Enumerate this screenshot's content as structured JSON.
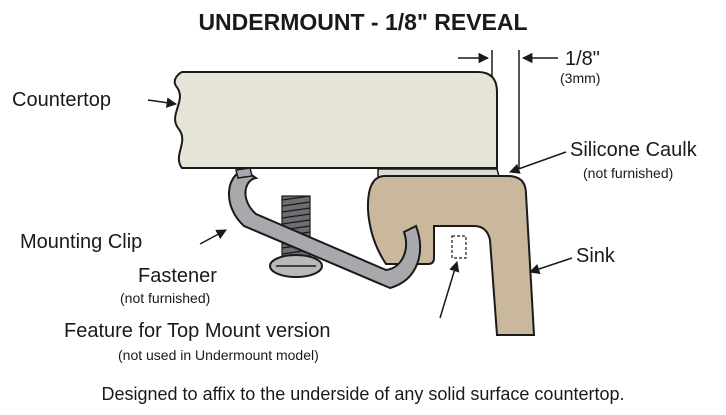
{
  "title": "UNDERMOUNT - 1/8\" REVEAL",
  "dimension": {
    "value": "1/8\"",
    "metric": "(3mm)"
  },
  "labels": {
    "countertop": "Countertop",
    "silicone": "Silicone Caulk",
    "silicone_note": "(not furnished)",
    "clip": "Mounting Clip",
    "sink": "Sink",
    "fastener": "Fastener",
    "fastener_note": "(not furnished)",
    "feature": "Feature for Top Mount version",
    "feature_note": "(not used in Undermount model)"
  },
  "caption": "Designed to affix to the underside of any solid surface countertop.",
  "colors": {
    "countertop": "#e6e4d6",
    "sink": "#c9b89c",
    "caulk": "#dcdcd6",
    "clip": "#a7a9ac",
    "outline": "#1a1a1a"
  }
}
